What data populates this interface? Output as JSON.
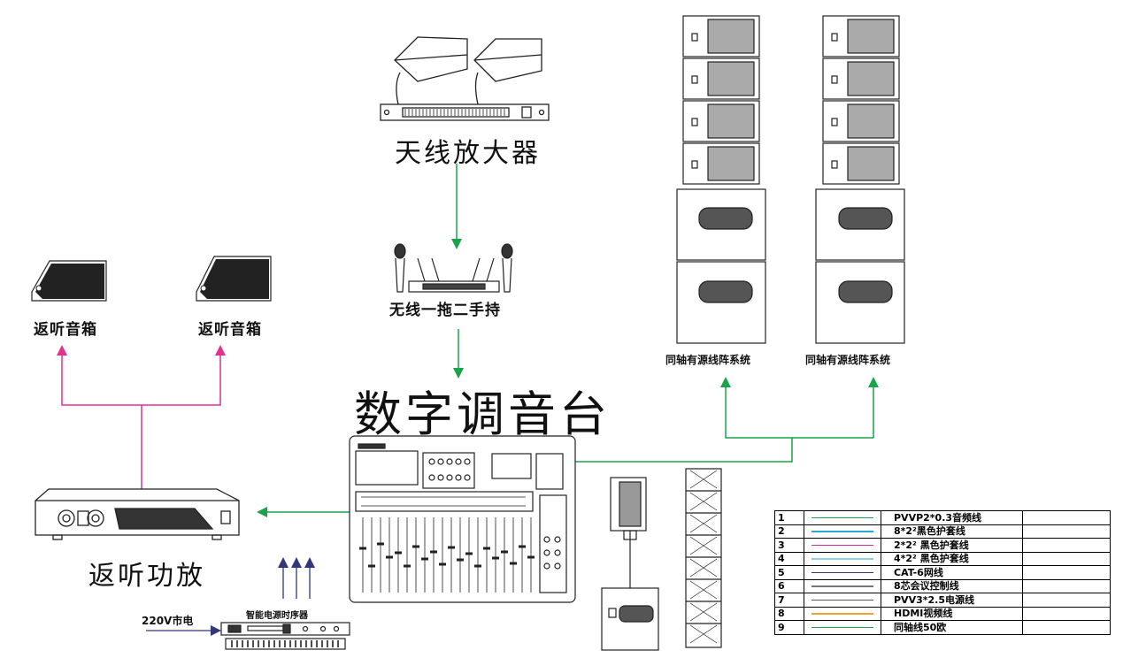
{
  "labels": {
    "antenna_amp": "天线放大器",
    "wireless": "无线一拖二手持",
    "mixer": "数字调音台",
    "monitor_left": "返听音箱",
    "monitor_right": "返听音箱",
    "monitor_amp": "返听功放",
    "line_array_left": "同轴有源线阵系统",
    "line_array_right": "同轴有源线阵系统",
    "mains_input": "220V市电",
    "sequencer": "智能电源时序器"
  },
  "colors": {
    "green": "#1aa34a",
    "magenta": "#e0338f",
    "cyan": "#29a9d8",
    "lightblue": "#8fd0e8",
    "navy": "#33367a",
    "gray": "#777777",
    "orange": "#f0a030"
  },
  "legend": {
    "rows": [
      {
        "num": "1",
        "color": "#1aa34a",
        "desc": "PVVP2*0.3音频线"
      },
      {
        "num": "2",
        "color": "#29a9d8",
        "desc": "8*2²黑色护套线"
      },
      {
        "num": "3",
        "color": "#cc2aa8",
        "desc": "2*2² 黑色护套线"
      },
      {
        "num": "4",
        "color": "#8fd0e8",
        "desc": "4*2² 黑色护套线"
      },
      {
        "num": "5",
        "color": "#33367a",
        "desc": "CAT-6网线"
      },
      {
        "num": "6",
        "color": "#777777",
        "desc": "8芯会议控制线"
      },
      {
        "num": "7",
        "color": "#555555",
        "desc": "PVV3*2.5电源线"
      },
      {
        "num": "8",
        "color": "#f0a030",
        "desc": "HDMI视频线"
      },
      {
        "num": "9",
        "color": "#1aa34a",
        "desc": "同轴线50欧"
      }
    ]
  }
}
